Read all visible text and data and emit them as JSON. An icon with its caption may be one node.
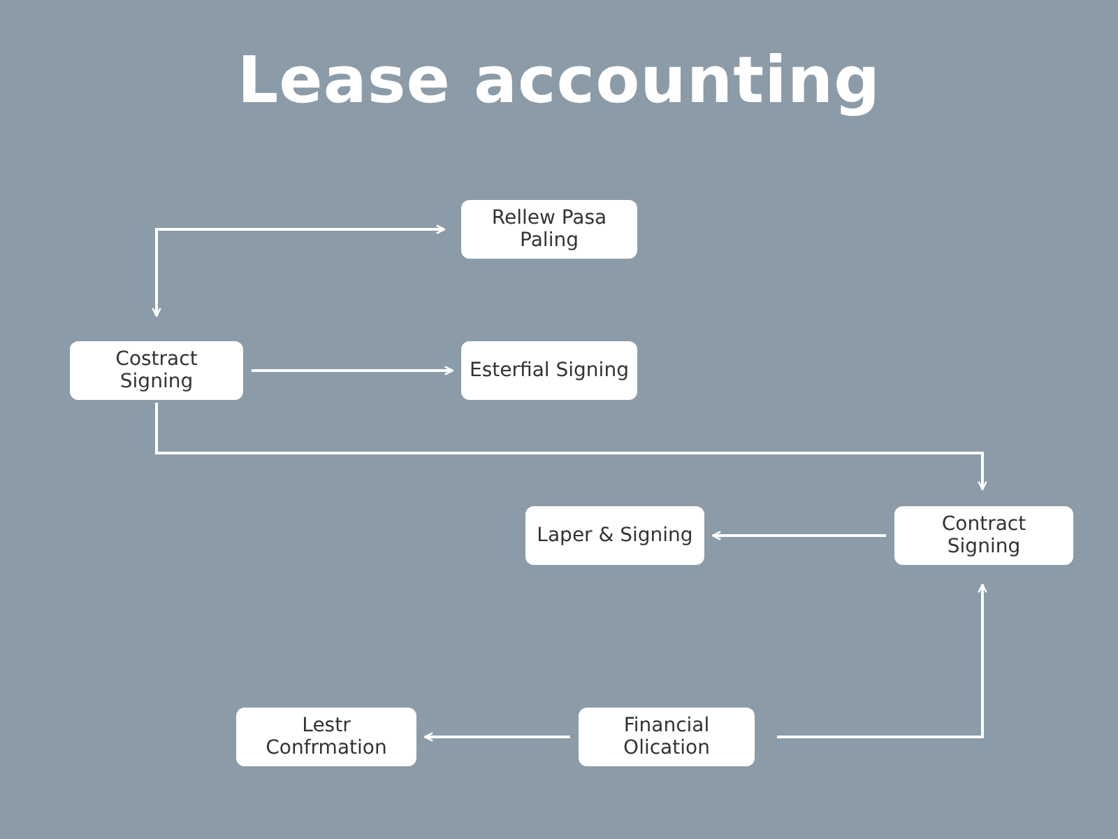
{
  "diagram": {
    "title": "Lease accounting",
    "nodes": [
      {
        "text": [
          "Rellew Pasa Paling"
        ]
      },
      {
        "text": [
          "Costract Signing"
        ]
      },
      {
        "text": [
          "Esterfial Signing"
        ]
      },
      {
        "text": [
          "Contract Signing"
        ]
      },
      {
        "text": [
          "Laper & Signing"
        ]
      },
      {
        "text": [
          "Lestr Confrmation"
        ]
      },
      {
        "text": [
          "Financial Olication"
        ]
      }
    ],
    "edges": [
      {
        "from": 1,
        "to": 0,
        "arrow": "both"
      },
      {
        "from": 1,
        "to": 2,
        "arrow": "to"
      },
      {
        "from": 1,
        "to": 3,
        "arrow": "to"
      },
      {
        "from": 3,
        "to": 4,
        "arrow": "to"
      },
      {
        "from": 6,
        "to": 3,
        "arrow": "to"
      },
      {
        "from": 6,
        "to": 5,
        "arrow": "to"
      }
    ]
  }
}
